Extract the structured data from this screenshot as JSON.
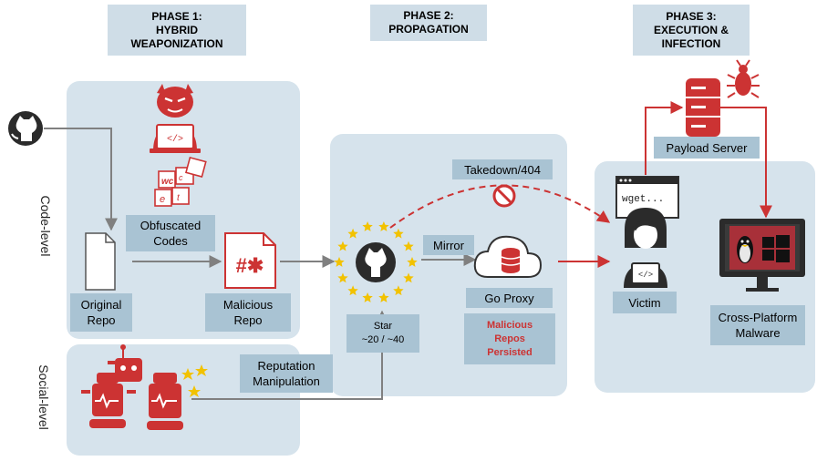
{
  "phases": [
    {
      "line1": "PHASE 1:",
      "line2": "HYBRID",
      "line3": "WEAPONIZATION"
    },
    {
      "line1": "PHASE 2:",
      "line2": "PROPAGATION"
    },
    {
      "line1": "PHASE 3:",
      "line2": "EXECUTION &",
      "line3": "INFECTION"
    }
  ],
  "levels": {
    "code": "Code-level",
    "social": "Social-level"
  },
  "labels": {
    "obfuscated": [
      "Obfuscated",
      "Codes"
    ],
    "original": [
      "Original",
      "Repo"
    ],
    "malicious": [
      "Malicious",
      "Repo"
    ],
    "reputation": [
      "Reputation",
      "Manipulation"
    ],
    "star": [
      "Star",
      "~20 / ~40"
    ],
    "mirror": "Mirror",
    "goproxy": "Go Proxy",
    "persisted": [
      "Malicious",
      "Repos",
      "Persisted"
    ],
    "takedown": "Takedown/404",
    "payload": "Payload Server",
    "victim": "Victim",
    "wget": "wget...",
    "malware": [
      "Cross-Platform",
      "Malware"
    ],
    "code_tag": "</>"
  },
  "colors": {
    "accent": "#cc3333",
    "panel": "#d6e3ec",
    "label": "#a9c3d3",
    "star": "#f2c200"
  }
}
